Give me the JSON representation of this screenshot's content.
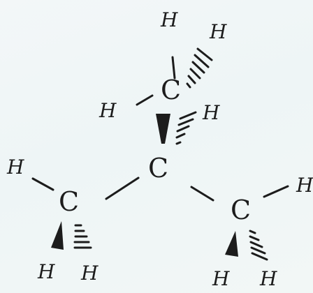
{
  "molecule": {
    "carbons": {
      "top": "C",
      "center": "C",
      "left": "C",
      "right": "C"
    },
    "hydrogens": {
      "top_up": "H",
      "top_up_right": "H",
      "top_left": "H",
      "center_right": "H",
      "left_outer": "H",
      "left_down_1": "H",
      "left_down_2": "H",
      "right_outer": "H",
      "right_down_1": "H",
      "right_down_2": "H"
    },
    "ink_color": "#1c1c1c"
  }
}
